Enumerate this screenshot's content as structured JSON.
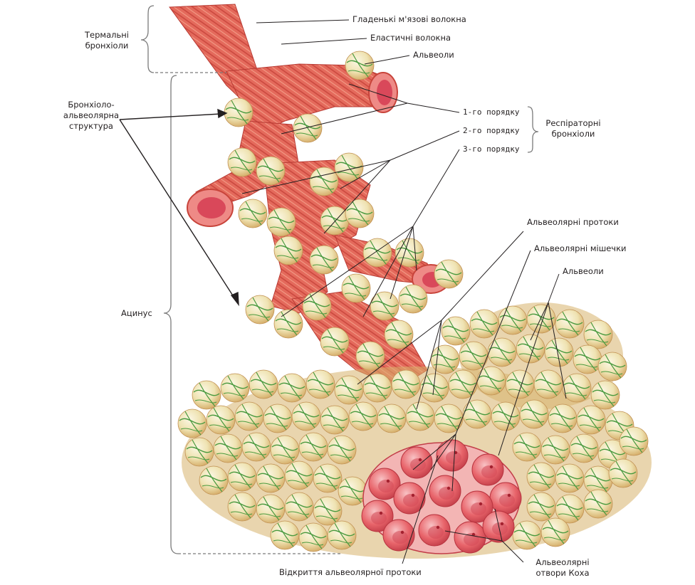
{
  "labels": {
    "terminal_bronchioles": "Термальні\nбронхіоли",
    "bronchiolo_alveolar": "Бронхіоло-\nальвеолярна\nструктура",
    "acinus": "Ацинус",
    "smooth_muscle": "Гладенькі м'язові волокна",
    "elastic_fibers": "Еластичні волокна",
    "alveoli_top": "Альвеоли",
    "order_1": "1-го порядку",
    "order_2": "2-го порядку",
    "order_3": "3-го порядку",
    "respiratory_bronchioles": "Респіраторні\nбронхіоли",
    "alveolar_ducts": "Альвеолярні протоки",
    "alveolar_sacs": "Альвеолярні мішечки",
    "alveoli_right": "Альвеоли",
    "duct_opening": "Відкриття альвеолярної протоки",
    "pores_of_kohn": "Альвеолярні\nотвори Коха"
  },
  "colors": {
    "airway": "#e46a5c",
    "airway_dark": "#c8443b",
    "lumen": "#f2a0a0",
    "lumen_inner": "#d9485a",
    "alveolus": "#efe3b2",
    "alveolus_shade": "#d9b470",
    "capillary": "#4a9a3f",
    "sac": "#e8646a",
    "sac_light": "#f6b2b4",
    "ink": "#231f20",
    "bracket": "#7a7a7a"
  }
}
